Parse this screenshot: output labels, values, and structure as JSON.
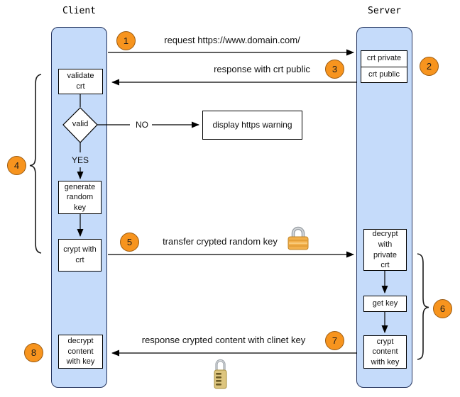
{
  "titles": {
    "client": "Client",
    "server": "Server"
  },
  "badges": {
    "b1": "1",
    "b2": "2",
    "b3": "3",
    "b4": "4",
    "b5": "5",
    "b6": "6",
    "b7": "7",
    "b8": "8"
  },
  "messages": {
    "request": "request https://www.domain.com/",
    "response_public": "response with crt public",
    "transfer_key": "transfer crypted random key",
    "response_content": "response crypted content with clinet key"
  },
  "client_flow": {
    "validate_crt": "validate\ncrt",
    "valid": "valid",
    "no": "NO",
    "yes": "YES",
    "https_warning": "display https warning",
    "generate_key": "generate\nrandom\nkey",
    "crypt_with_crt": "crypt with\ncrt",
    "decrypt_content": "decrypt\ncontent\nwith key"
  },
  "server_flow": {
    "crt_private": "crt private",
    "crt_public": "crt public",
    "decrypt_private": "decrypt\nwith\nprivate\ncrt",
    "get_key": "get key",
    "crypt_content": "crypt\ncontent\nwith key"
  },
  "icons": {
    "lock_closed": "padlock-icon",
    "lock_combination": "combination-lock-icon"
  },
  "colors": {
    "lane_fill": "#C5DBFA",
    "lane_border": "#22325c",
    "badge_fill": "#F7941E",
    "badge_border": "#9c5c12",
    "line": "#000000"
  }
}
